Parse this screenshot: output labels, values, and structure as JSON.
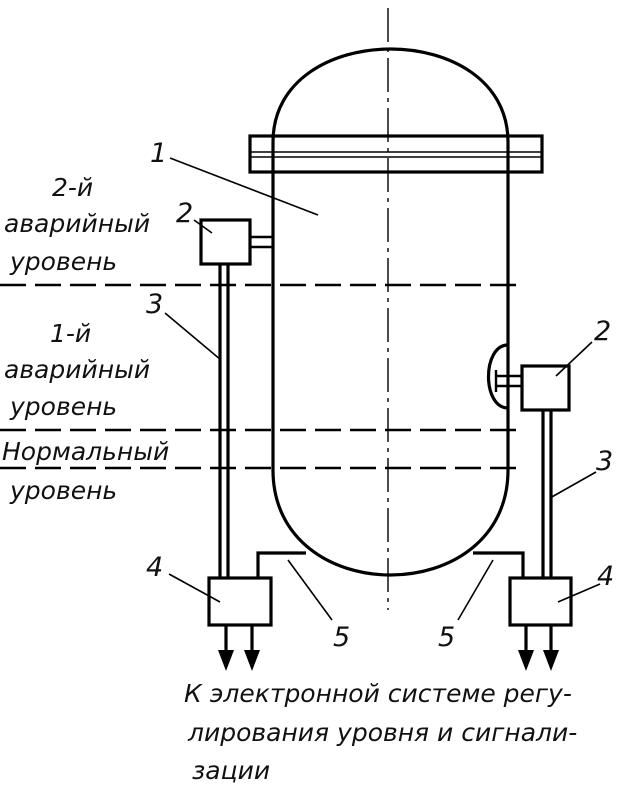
{
  "levels": {
    "second": [
      "2-й",
      "аварийный",
      "уровень"
    ],
    "first": [
      "1-й",
      "аварийный",
      "уровень"
    ],
    "normal": [
      "Нормальный",
      "уровень"
    ]
  },
  "markers": {
    "vessel": "1",
    "sensor_left": "2",
    "sensor_right": "2",
    "line_left": "3",
    "line_right": "3",
    "unit_left": "4",
    "unit_right": "4",
    "pipe_left": "5",
    "pipe_right": "5"
  },
  "caption": [
    "К электронной системе регу-",
    "лирования уровня и сигнали-",
    "зации"
  ]
}
